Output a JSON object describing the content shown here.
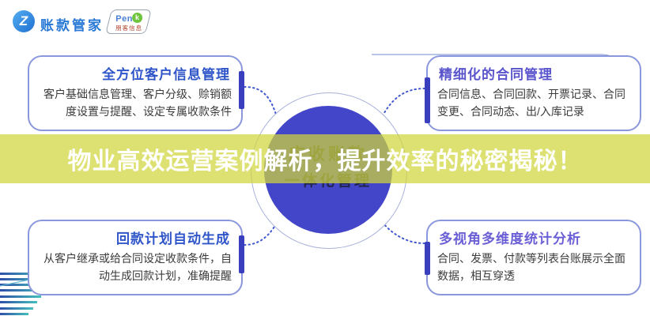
{
  "logo": {
    "mark": "Z",
    "brand": "账款管家",
    "badge_latin": "Pen",
    "badge_letter": "k",
    "badge_subtext": "朋客信息"
  },
  "banner": {
    "text": "物业高效运营案例解析，提升效率的秘密揭秘！",
    "bg_color": "#d0d53a",
    "text_color": "#ffffff"
  },
  "center": {
    "line1": "应收账款",
    "line2": "一体化管理",
    "circle_color": "#4346c8"
  },
  "features": [
    {
      "title": "全方位客户信息管理",
      "desc": "客户基础信息管理、客户分级、赊销额度设置与提醒、设定专属收款条件",
      "title_color": "#2f55c8"
    },
    {
      "title": "精细化的合同管理",
      "desc": "合同信息、合同回款、开票记录、合同变更、合同动态、出/入库记录",
      "title_color": "#5a55cc"
    },
    {
      "title": "回款计划自动生成",
      "desc": "从客户继承或给合同设定收款条件，自动生成回款计划，准确提醒",
      "title_color": "#2f55c8"
    },
    {
      "title": "多视角多维度统计分析",
      "desc": "合同、发票、付款等列表台账展示全面数据，相互穿透",
      "title_color": "#6b5fd6"
    }
  ],
  "colors": {
    "brand_blue": "#2878d5",
    "box_border": "#8a97dd",
    "accent_bar": "#3a3fbe",
    "deco_teal": "#2fbfb0",
    "deco_indigo": "#8a8fe2",
    "deco_navy": "#2f4fa8",
    "dotted_connector": "#3f57cf"
  }
}
